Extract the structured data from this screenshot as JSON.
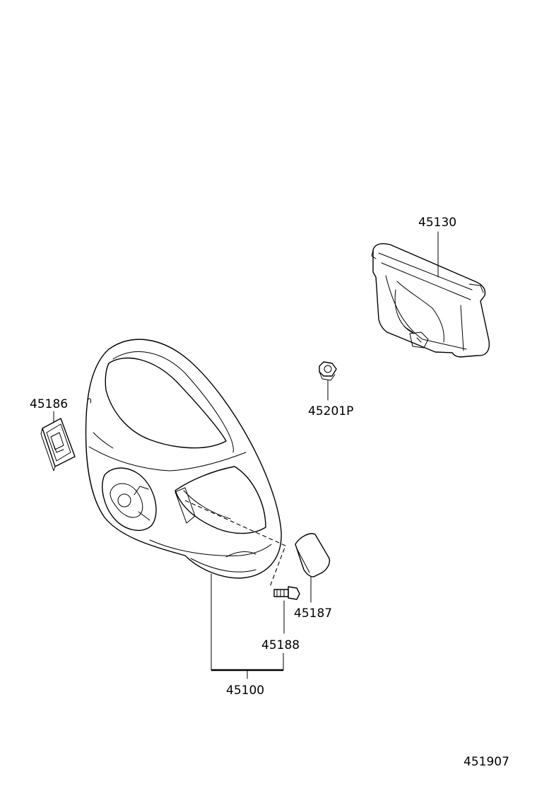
{
  "labels": {
    "air_bag": "45130",
    "nut": "45201P",
    "ornament": "45186",
    "cover": "45187",
    "screw": "45188",
    "wheel_assy": "45100",
    "diagram_code": "451907"
  }
}
